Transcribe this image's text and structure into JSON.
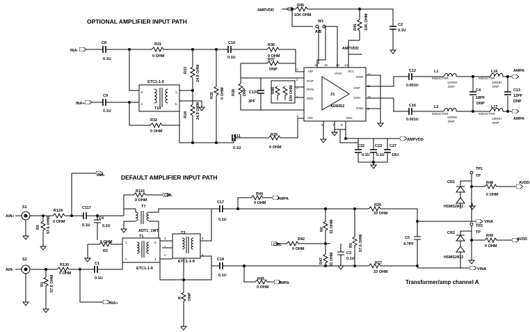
{
  "headers": {
    "optional": "OPTIONAL AMPLIFIER INPUT PATH",
    "default": "DEFAULT AMPLIFIER INPUT PATH"
  },
  "caption": "Transformer/amp channel A",
  "connectors": {
    "ina_minus": "INA-",
    "ina_plus": "INA+",
    "ina_minus_2": "INA-",
    "ina_plus_2": "INA+",
    "ain_plus": "AIN+",
    "ain_minus": "AIN-",
    "ampvdd_top": "AMPVDD",
    "ampvdd_vcc": "AMPVDD",
    "ampvdd_right": "AMPVDD",
    "ampa_top1": "AMPA",
    "ampa_top2": "AMPA",
    "ampa_mid": "AMPA",
    "ampa_bot": "AMPA",
    "cml_top": "CML",
    "cml_mid": "CML",
    "vina_top": "VINA",
    "vina_bot": "VINA",
    "avdd_top": "AVDD",
    "avdd_bot": "AVDD"
  },
  "components": {
    "c8": [
      "C8",
      "0.1U"
    ],
    "c9": [
      "C9",
      "0.1U"
    ],
    "r31": [
      "R31",
      "0 OHM"
    ],
    "r32": [
      "R32",
      "0 OHM"
    ],
    "etc_opt": [
      "ETC1-1-9",
      "T10"
    ],
    "r_24_9a": [
      "R33",
      "24.9 OHM"
    ],
    "r_24_9b": [
      "R34",
      "24.9 OHM"
    ],
    "r35": [
      "R35",
      "0 OHM"
    ],
    "c10": [
      "C10",
      "0.1U"
    ],
    "c11": [
      "C11",
      "0.1U"
    ],
    "r36": [
      "R36",
      "0 OHM"
    ],
    "r37": [
      "R37",
      "DNP"
    ],
    "r38": [
      "R38",
      "DNP"
    ],
    "r39": [
      "R39",
      "0 OHM"
    ],
    "c120": [
      "C120",
      "3PF"
    ],
    "r40": [
      "R40",
      "100 OHM"
    ],
    "r46": [
      "R46",
      "10K OHM"
    ],
    "r41": [
      "R41",
      "10K OHM"
    ],
    "w1": [
      "W1",
      "A  B"
    ],
    "c2": [
      "C2",
      "0.1U"
    ],
    "amp": [
      "Z1",
      "AD8352"
    ],
    "c12": [
      "C12",
      "0.001U"
    ],
    "c16": [
      "C16",
      "0.001U"
    ],
    "l_in1": [
      "L1",
      "INDUCTOR",
      "120NH",
      "DNP"
    ],
    "l_in2": [
      "L2",
      "INDUCTOR",
      "120NH",
      "DNP"
    ],
    "c4": [
      "C4",
      "18PF",
      "DNP"
    ],
    "l16": [
      "L16",
      "INDUCTOR",
      "180NH",
      "DNP"
    ],
    "l17": [
      "L17",
      "INDUCTOR",
      "180NH",
      "DNP"
    ],
    "c13": [
      "C13",
      "12PF",
      "DNP"
    ],
    "c22": [
      "C22",
      "0.1U"
    ],
    "c23": [
      "C23",
      "0.1U"
    ],
    "c27": [
      "C27",
      "10U"
    ],
    "s1": "S1",
    "s2": "S2",
    "r129": [
      "R129",
      "0 OHM"
    ],
    "r130": [
      "R130",
      "0 OHM"
    ],
    "r5": [
      "R5",
      "57.6 OHM"
    ],
    "r1": [
      "R1",
      "57.6 OHM"
    ],
    "c117": [
      "C117",
      "0.1U"
    ],
    "c41": [
      "C4",
      "0.1U"
    ],
    "c1": [
      "C1",
      "0.1U"
    ],
    "r_bias": [
      "R2",
      "0 OHM"
    ],
    "r110": [
      "R110",
      "0 OHM"
    ],
    "t7": [
      "T7",
      "ADT1_1WT"
    ],
    "t1": [
      "T1",
      "ETC1-1-9"
    ],
    "t2": [
      "T3",
      "ETC1-1-9"
    ],
    "c17": [
      "C17",
      "0.1U"
    ],
    "c18": [
      "C18",
      "0.1U"
    ],
    "r44": [
      "R44",
      "0 OHM"
    ],
    "r45": [
      "R45",
      "0 OHM"
    ],
    "r_dnp_bot": [
      "R",
      "DNP"
    ],
    "r42": [
      "R42",
      "0 OHM"
    ],
    "r6": [
      "R6",
      "33 OHM"
    ],
    "r47": [
      "R47",
      "33 OHM"
    ],
    "r5b": [
      "R5",
      "57.6 OHM"
    ],
    "c3": [
      "C3",
      "0.1U"
    ],
    "r26": [
      "R26",
      "33 OHM"
    ],
    "r27": [
      "R27",
      "33 OHM"
    ],
    "c5": [
      "C5",
      "4.7PF"
    ],
    "cr1": [
      "CR1",
      "HSMS2812"
    ],
    "cr2": [
      "CR2",
      "HSMS2812"
    ],
    "tp1": [
      "TP1",
      "TP"
    ],
    "tp2": [
      "TP2",
      "TP"
    ],
    "r48": [
      "R48",
      "0 OHM"
    ],
    "r49": [
      "R49",
      "0 OHM"
    ]
  },
  "pins": {
    "left": [
      "VIP",
      "RGP",
      "RGN",
      "REN",
      "VIN"
    ],
    "right": [
      "GND",
      "VOP",
      "VON",
      "GND"
    ],
    "top": [
      "VCM",
      "VCC"
    ],
    "bottom": [
      "VDD"
    ],
    "nums_left": [
      "1",
      "2",
      "3",
      "4",
      "5"
    ],
    "nums_right": [
      "12",
      "11",
      "10",
      "9"
    ],
    "nums_top": [
      "16",
      "15",
      "14",
      "13"
    ],
    "nums_bot": [
      "6",
      "7",
      "8"
    ]
  },
  "transformer_pins": [
    "6",
    "4",
    "1",
    "3",
    "5",
    "2"
  ]
}
